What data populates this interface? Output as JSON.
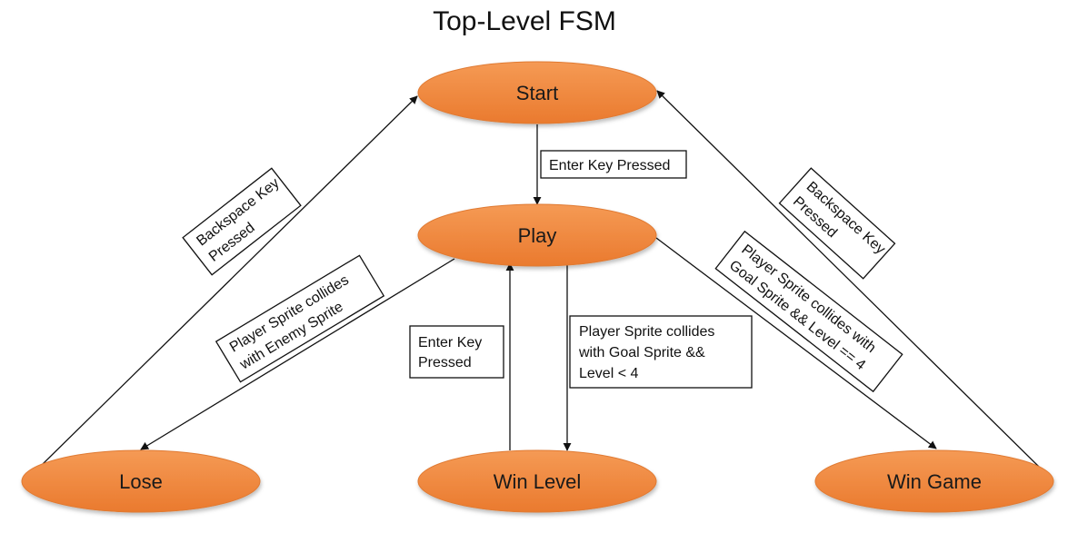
{
  "title": "Top-Level FSM",
  "colors": {
    "state_fill_light": "#f59a55",
    "state_fill_dark": "#ea7a2e",
    "state_stroke": "#e07a32",
    "edge": "#111111"
  },
  "states": {
    "start": "Start",
    "play": "Play",
    "lose": "Lose",
    "win_level": "Win Level",
    "win_game": "Win Game"
  },
  "transitions": {
    "start_to_play": [
      "Enter Key Pressed"
    ],
    "lose_to_start": [
      "Backspace Key",
      "Pressed"
    ],
    "wingame_to_start": [
      "Backspace Key",
      "Pressed"
    ],
    "play_to_lose": [
      "Player Sprite collides",
      "with Enemy Sprite"
    ],
    "winlevel_to_play": [
      "Enter Key",
      "Pressed"
    ],
    "play_to_winlevel": [
      "Player Sprite collides",
      "with Goal Sprite &&",
      "Level < 4"
    ],
    "play_to_wingame": [
      "Player Sprite collides with",
      "Goal Sprite && Level == 4"
    ]
  }
}
